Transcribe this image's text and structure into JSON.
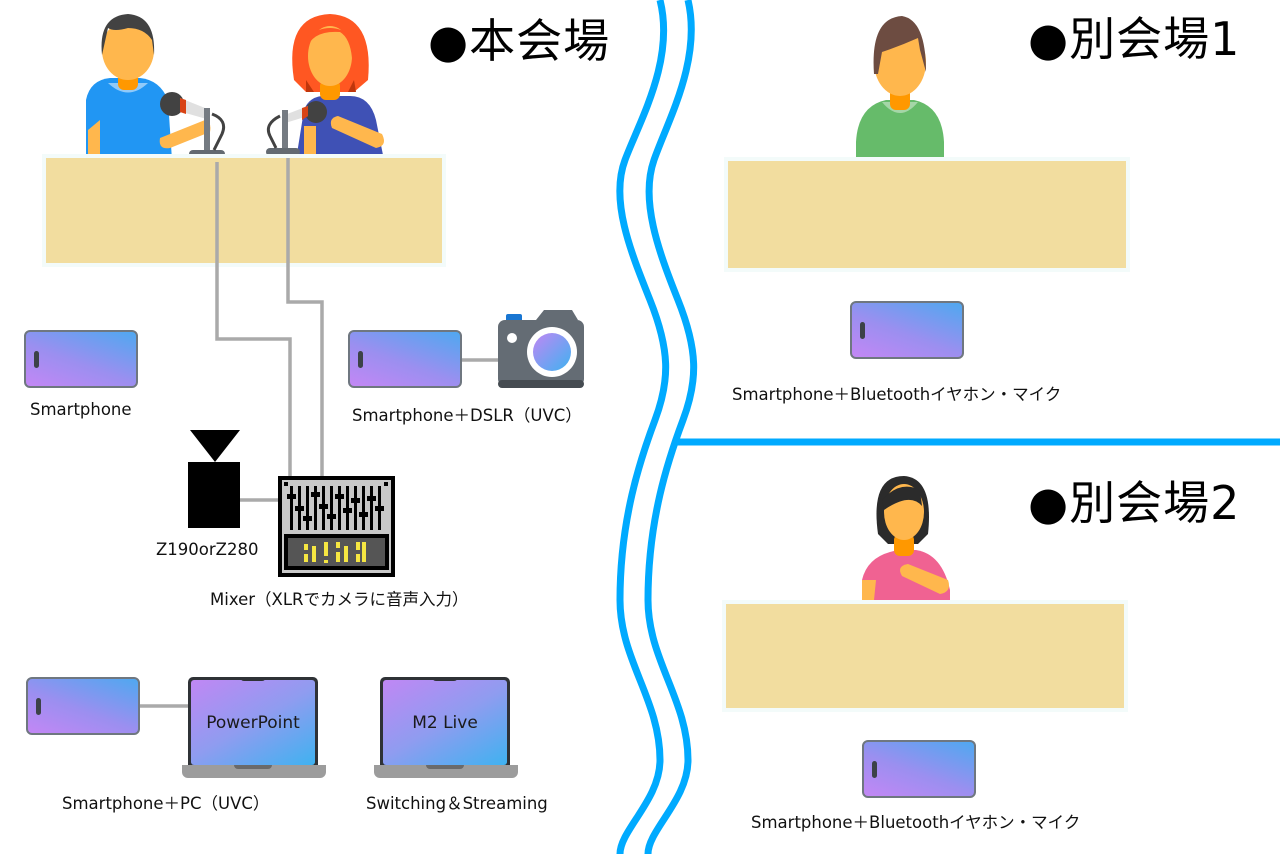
{
  "venues": {
    "main": {
      "title": "●本会場"
    },
    "sub1": {
      "title": "●別会場1"
    },
    "sub2": {
      "title": "●別会場2"
    }
  },
  "devices": {
    "smartphone": {
      "label": "Smartphone"
    },
    "smartphone_dslr": {
      "label": "Smartphone＋DSLR（UVC）"
    },
    "camcorder": {
      "label": "Z190orZ280"
    },
    "mixer": {
      "label": "Mixer（XLRでカメラに音声入力）"
    },
    "smartphone_pc": {
      "label": "Smartphone＋PC（UVC）",
      "screen_text": "PowerPoint"
    },
    "switcher": {
      "label": "Switching＆Streaming",
      "screen_text": "M2 Live"
    },
    "sub1_phone": {
      "label": "Smartphone＋Bluetoothイヤホン・マイク"
    },
    "sub2_phone": {
      "label": "Smartphone＋Bluetoothイヤホン・マイク"
    }
  },
  "colors": {
    "divider": "#00aaff",
    "desk": "#f2dd9f",
    "cable": "#aaaaaa"
  }
}
